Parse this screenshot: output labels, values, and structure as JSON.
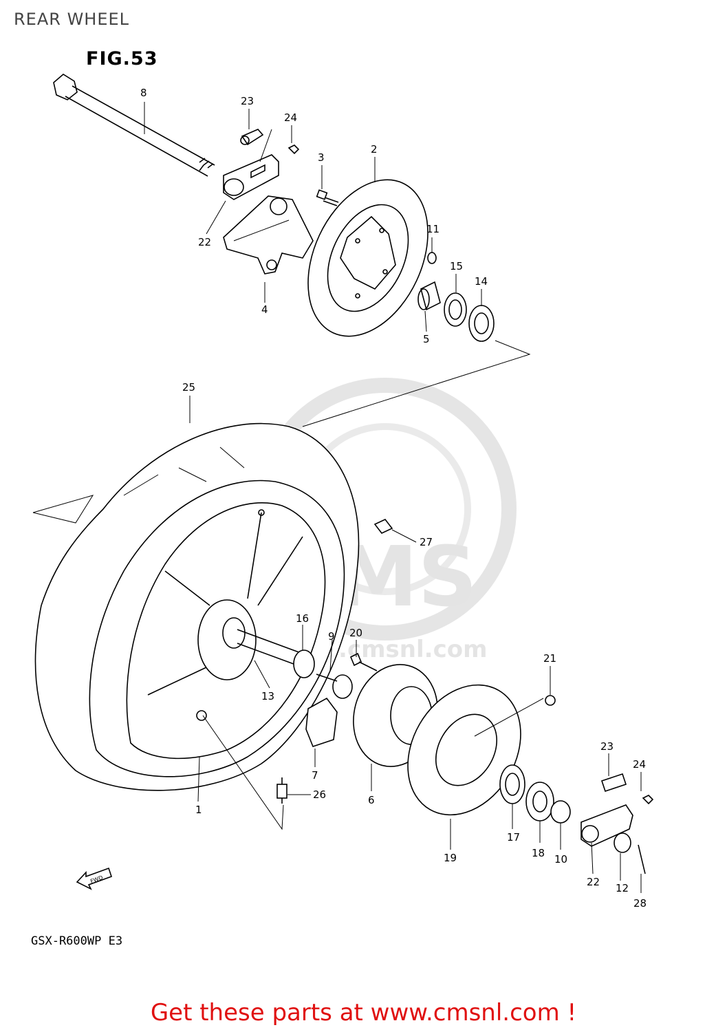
{
  "page": {
    "title": "REAR WHEEL",
    "figure": "FIG.53",
    "model_code": "GSX-R600WP  E3"
  },
  "watermark": {
    "brand": "CMS",
    "url": "www.cmsnl.com"
  },
  "fwd_label": "FWD",
  "callouts": [
    "8",
    "23",
    "24",
    "3",
    "2",
    "11",
    "15",
    "14",
    "22",
    "4",
    "5",
    "25",
    "27",
    "16",
    "9",
    "20",
    "21",
    "13",
    "7",
    "6",
    "1",
    "26",
    "23",
    "24",
    "19",
    "17",
    "18",
    "10",
    "22",
    "12",
    "28"
  ],
  "footer": {
    "text": "Get these parts at www.cmsnl.com !"
  }
}
